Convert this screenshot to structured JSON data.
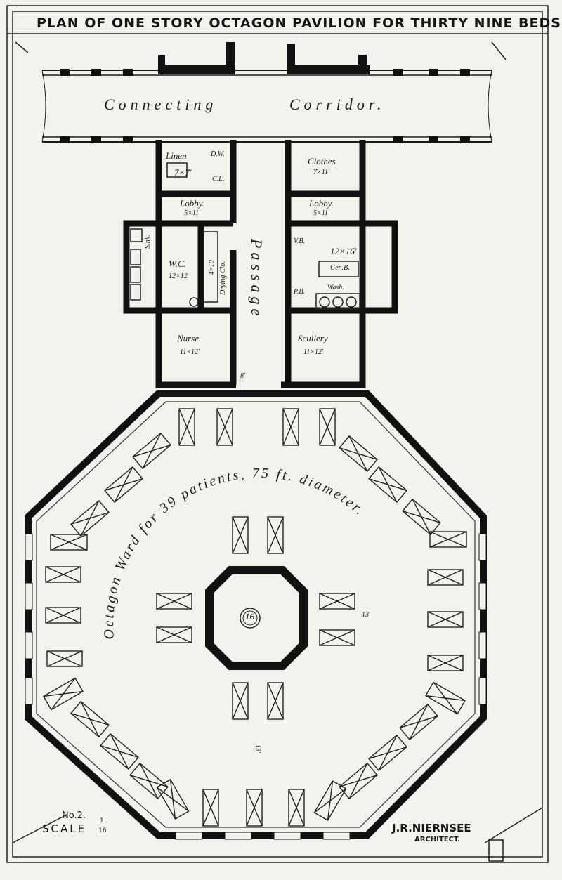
{
  "title": "PLAN OF ONE STORY OCTAGON PAVILION FOR THIRTY NINE BEDS",
  "corridor": {
    "left": "Connecting",
    "right": "Corridor."
  },
  "rooms": {
    "linen": "Linen",
    "linen_dim": "7×7'",
    "dw": "D.W.",
    "cl": "C.L.",
    "lobby_left": "Lobby.",
    "lobby_left_dim": "5×11'",
    "clothes": "Clothes",
    "clothes_dim": "7×11'",
    "lobby_right": "Lobby.",
    "lobby_right_dim": "5×11'",
    "sink": "Sink.",
    "wc": "W.C.",
    "wc_dim": "12×12",
    "drying": "Drying Clo.",
    "drying_dim": "4×10",
    "vb": "V.B.",
    "pb": "P.B.",
    "gen_dim": "12×16'",
    "gen": "Gen.B.",
    "wash": "Wash.",
    "passage": "Passage",
    "passage_dim": "8'",
    "nurse": "Nurse.",
    "nurse_dim": "11×12'",
    "scullery": "Scullery",
    "scullery_dim": "11×12'"
  },
  "ward": {
    "arc": "Octagon Ward for 39 patients, 75 ft. diameter.",
    "center": "16",
    "dim_side": "13'",
    "dim_bottom": "13'"
  },
  "footer": {
    "number": "No.2.",
    "scale": "SCALE",
    "scale_num": "1",
    "scale_den": "16",
    "architect": "J.R.NIERNSEE",
    "role": "ARCHITECT."
  }
}
